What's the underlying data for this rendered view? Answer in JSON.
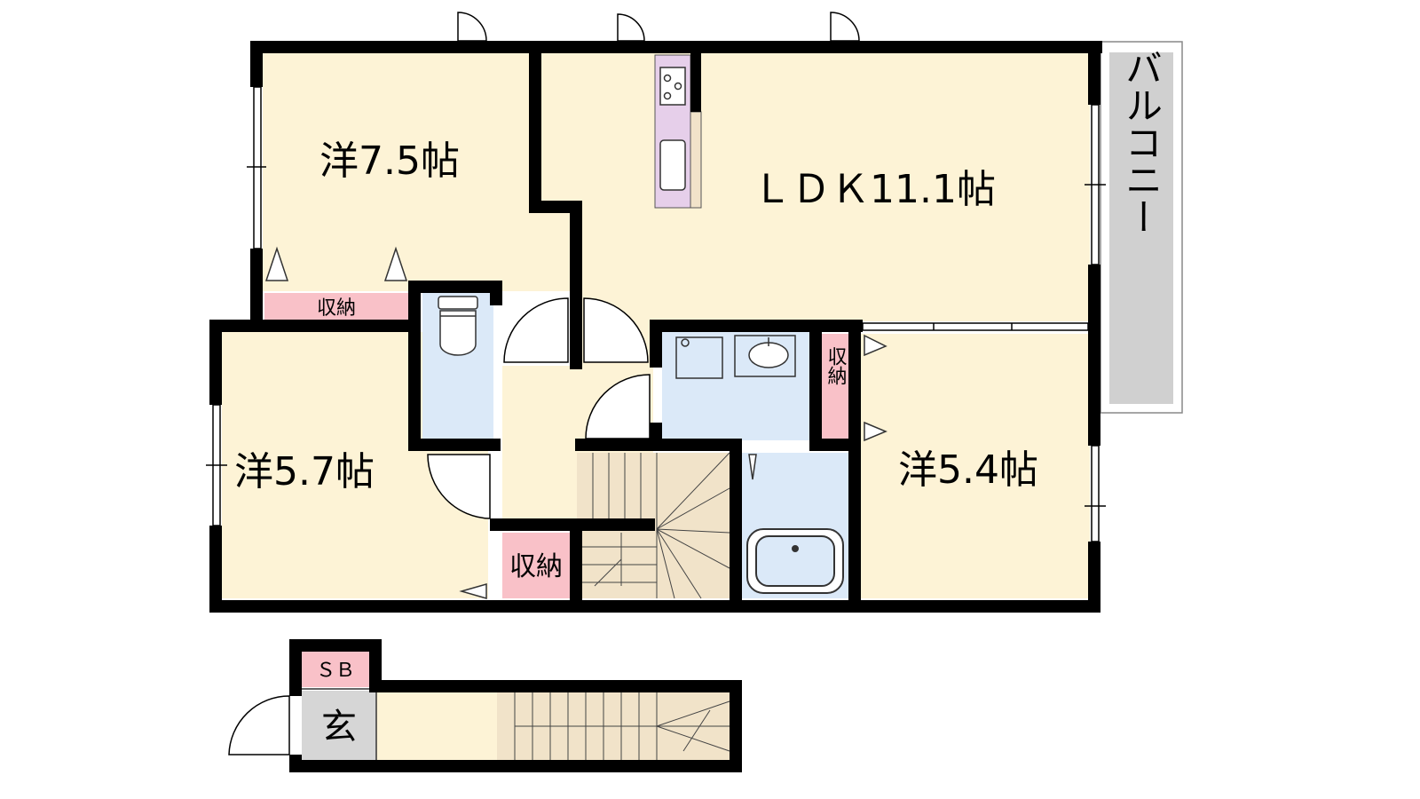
{
  "rooms": {
    "western_75": "洋7.5帖",
    "ldk": "ＬＤＫ11.1帖",
    "western_57": "洋5.7帖",
    "western_54": "洋5.4帖",
    "balcony": "バルコニー",
    "entrance": "玄",
    "shoe_box": "ＳＢ",
    "storage_top": "収納",
    "storage_middle": "収納",
    "storage_bottom": "収納"
  },
  "colors": {
    "room_floor": "#fdf3d6",
    "wet_area": "#dbe9f8",
    "storage": "#f9c1c8",
    "kitchen": "#e6cfea",
    "balcony": "#d0d0d0",
    "entrance": "#d6d6d6",
    "stairs": "#f1e3c9",
    "wall": "#000000"
  },
  "icons": [
    "toilet-icon",
    "sink-icon",
    "washer-icon",
    "stove-icon",
    "bathtub-icon",
    "door-swing-icon",
    "stairs-icon"
  ]
}
